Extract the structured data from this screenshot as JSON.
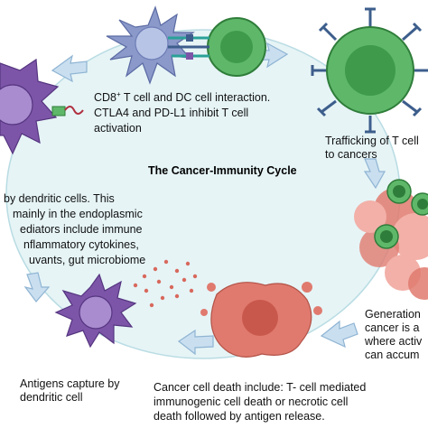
{
  "title": "The Cancer-Immunity Cycle",
  "steps": {
    "interaction": {
      "line1_pre": "CD8",
      "line1_sup": "+",
      "line1_post": " T cell and DC cell interaction.",
      "line2": "CTLA4  and  PD-L1  inhibit  T  cell",
      "line3": "activation"
    },
    "trafficking": {
      "line1": "Trafficking of T cell",
      "line2": "to cancers"
    },
    "processing": {
      "line1": "by  dendritic  cells.  This",
      "line2": "mainly in the endoplasmic",
      "line3": "ediators include immune",
      "line4": "nflammatory cytokines,",
      "line5": "uvants,  gut  microbiome"
    },
    "generation": {
      "line1": "Generation",
      "line2": "cancer is a",
      "line3": "where activ",
      "line4": "can accum"
    },
    "capture": {
      "line1": "Antigens capture by",
      "line2": "dendritic cell"
    },
    "death": {
      "line1": "Cancer cell death include: T- cell mediated",
      "line2": "immunogenic cell death or  necrotic cell",
      "line3": "death followed by  antigen release."
    }
  },
  "colors": {
    "cycle_fill": "#e6f4f6",
    "cycle_stroke": "#b9dce3",
    "arrow": "#c9dff0",
    "arrow_stroke": "#8fb4d3",
    "dc_purple": "#7d55a8",
    "dc_purple_light": "#a98bd0",
    "tcell_green": "#5fb86a",
    "tcell_green_dark": "#2f7d3a",
    "cancer_red": "#e07a6f",
    "cancer_red_light": "#f2b0a8",
    "receptor_blue": "#3d5e8c",
    "receptor_teal": "#2aa198"
  }
}
